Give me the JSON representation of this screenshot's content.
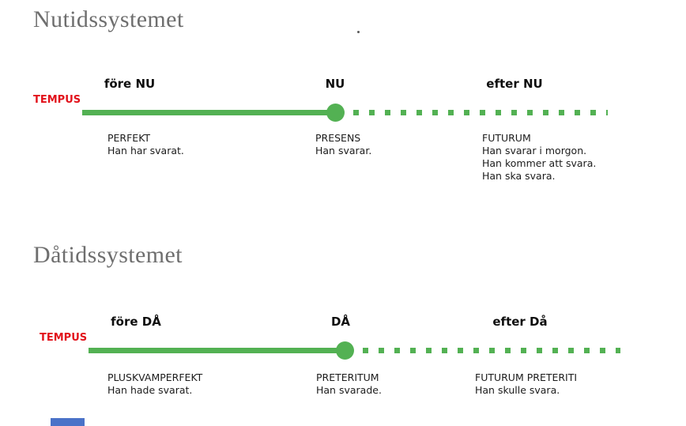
{
  "colors": {
    "green": "#53b153",
    "red": "#e2121b",
    "title_gray": "#6e6e6e",
    "text": "#1c1c1c",
    "blue_bar": "#4a72c8"
  },
  "stray_dot": ".",
  "sections": [
    {
      "title": "Nutidssystemet",
      "tempus_label": "TEMPUS",
      "timeline_labels": {
        "before": "före NU",
        "now": "NU",
        "after": "efter NU"
      },
      "columns": [
        {
          "heading": "PERFEKT",
          "lines": [
            "Han har svarat."
          ]
        },
        {
          "heading": "PRESENS",
          "lines": [
            "Han svarar."
          ]
        },
        {
          "heading": "FUTURUM",
          "lines": [
            "Han svarar i morgon.",
            "Han kommer att svara.",
            "Han ska svara."
          ]
        }
      ]
    },
    {
      "title": "Dåtidssystemet",
      "tempus_label": "TEMPUS",
      "timeline_labels": {
        "before": "före DÅ",
        "now": "DÅ",
        "after": "efter Då"
      },
      "columns": [
        {
          "heading": "PLUSKVAMPERFEKT",
          "lines": [
            "Han hade svarat."
          ]
        },
        {
          "heading": "PRETERITUM",
          "lines": [
            "Han svarade."
          ]
        },
        {
          "heading": "FUTURUM PRETERITI",
          "lines": [
            "Han skulle svara."
          ]
        }
      ]
    }
  ]
}
